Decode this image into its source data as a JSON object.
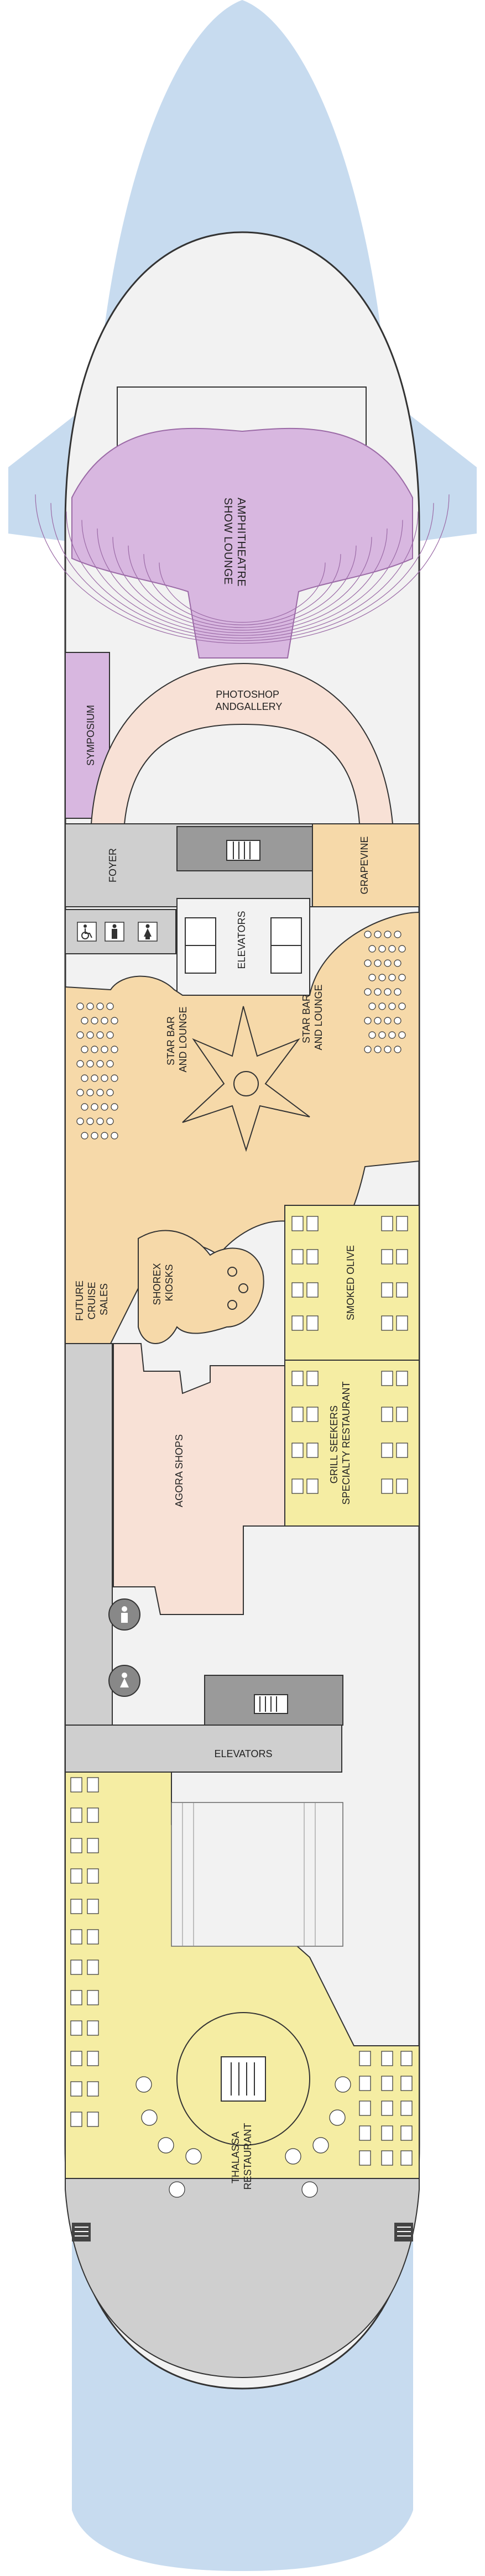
{
  "deck_plan": {
    "colors": {
      "hull": "#c7dbef",
      "deck_floor": "#f2f2f2",
      "corridor": "#cfcfcf",
      "theatre": "#d8b7e0",
      "theatre_stroke": "#9b6aa6",
      "photoshop": "#f8e1d6",
      "lounge": "#f6d9a9",
      "restaurant": "#f5eda3",
      "shops": "#f8e1d6",
      "outline": "#333333"
    },
    "labels": {
      "amphitheatre": [
        "AMPHITHEATRE",
        "SHOW LOUNGE"
      ],
      "symposium": "SYMPOSIUM",
      "photoshop": [
        "PHOTOSHOP",
        "ANDGALLERY"
      ],
      "foyer": "FOYER",
      "grapevine": "GRAPEVINE",
      "elevators_fwd": "ELEVATORS",
      "star_bar_left": [
        "STAR BAR",
        "AND LOUNGE"
      ],
      "star_bar_right": [
        "STAR BAR",
        "AND LOUNGE"
      ],
      "future_cruise": [
        "FUTURE",
        "CRUISE",
        "SALES"
      ],
      "shorex": [
        "SHOREX",
        "KIOSKS"
      ],
      "smoked_olive": "SMOKED OLIVE",
      "grill_seekers": [
        "GRILL SEEKERS",
        "SPECIALTY RESTAURANT"
      ],
      "agora_shops": "AGORA SHOPS",
      "elevators_aft": "ELEVATORS",
      "thalassa": [
        "THALASSA",
        "RESTAURANT"
      ]
    },
    "icons": {
      "accessible": "accessible-icon",
      "mens": "mens-restroom-icon",
      "womens": "womens-restroom-icon",
      "restroom_upper": "restroom-icon",
      "restroom_lower": "restroom-icon",
      "stairs": "stairs-icon"
    }
  }
}
